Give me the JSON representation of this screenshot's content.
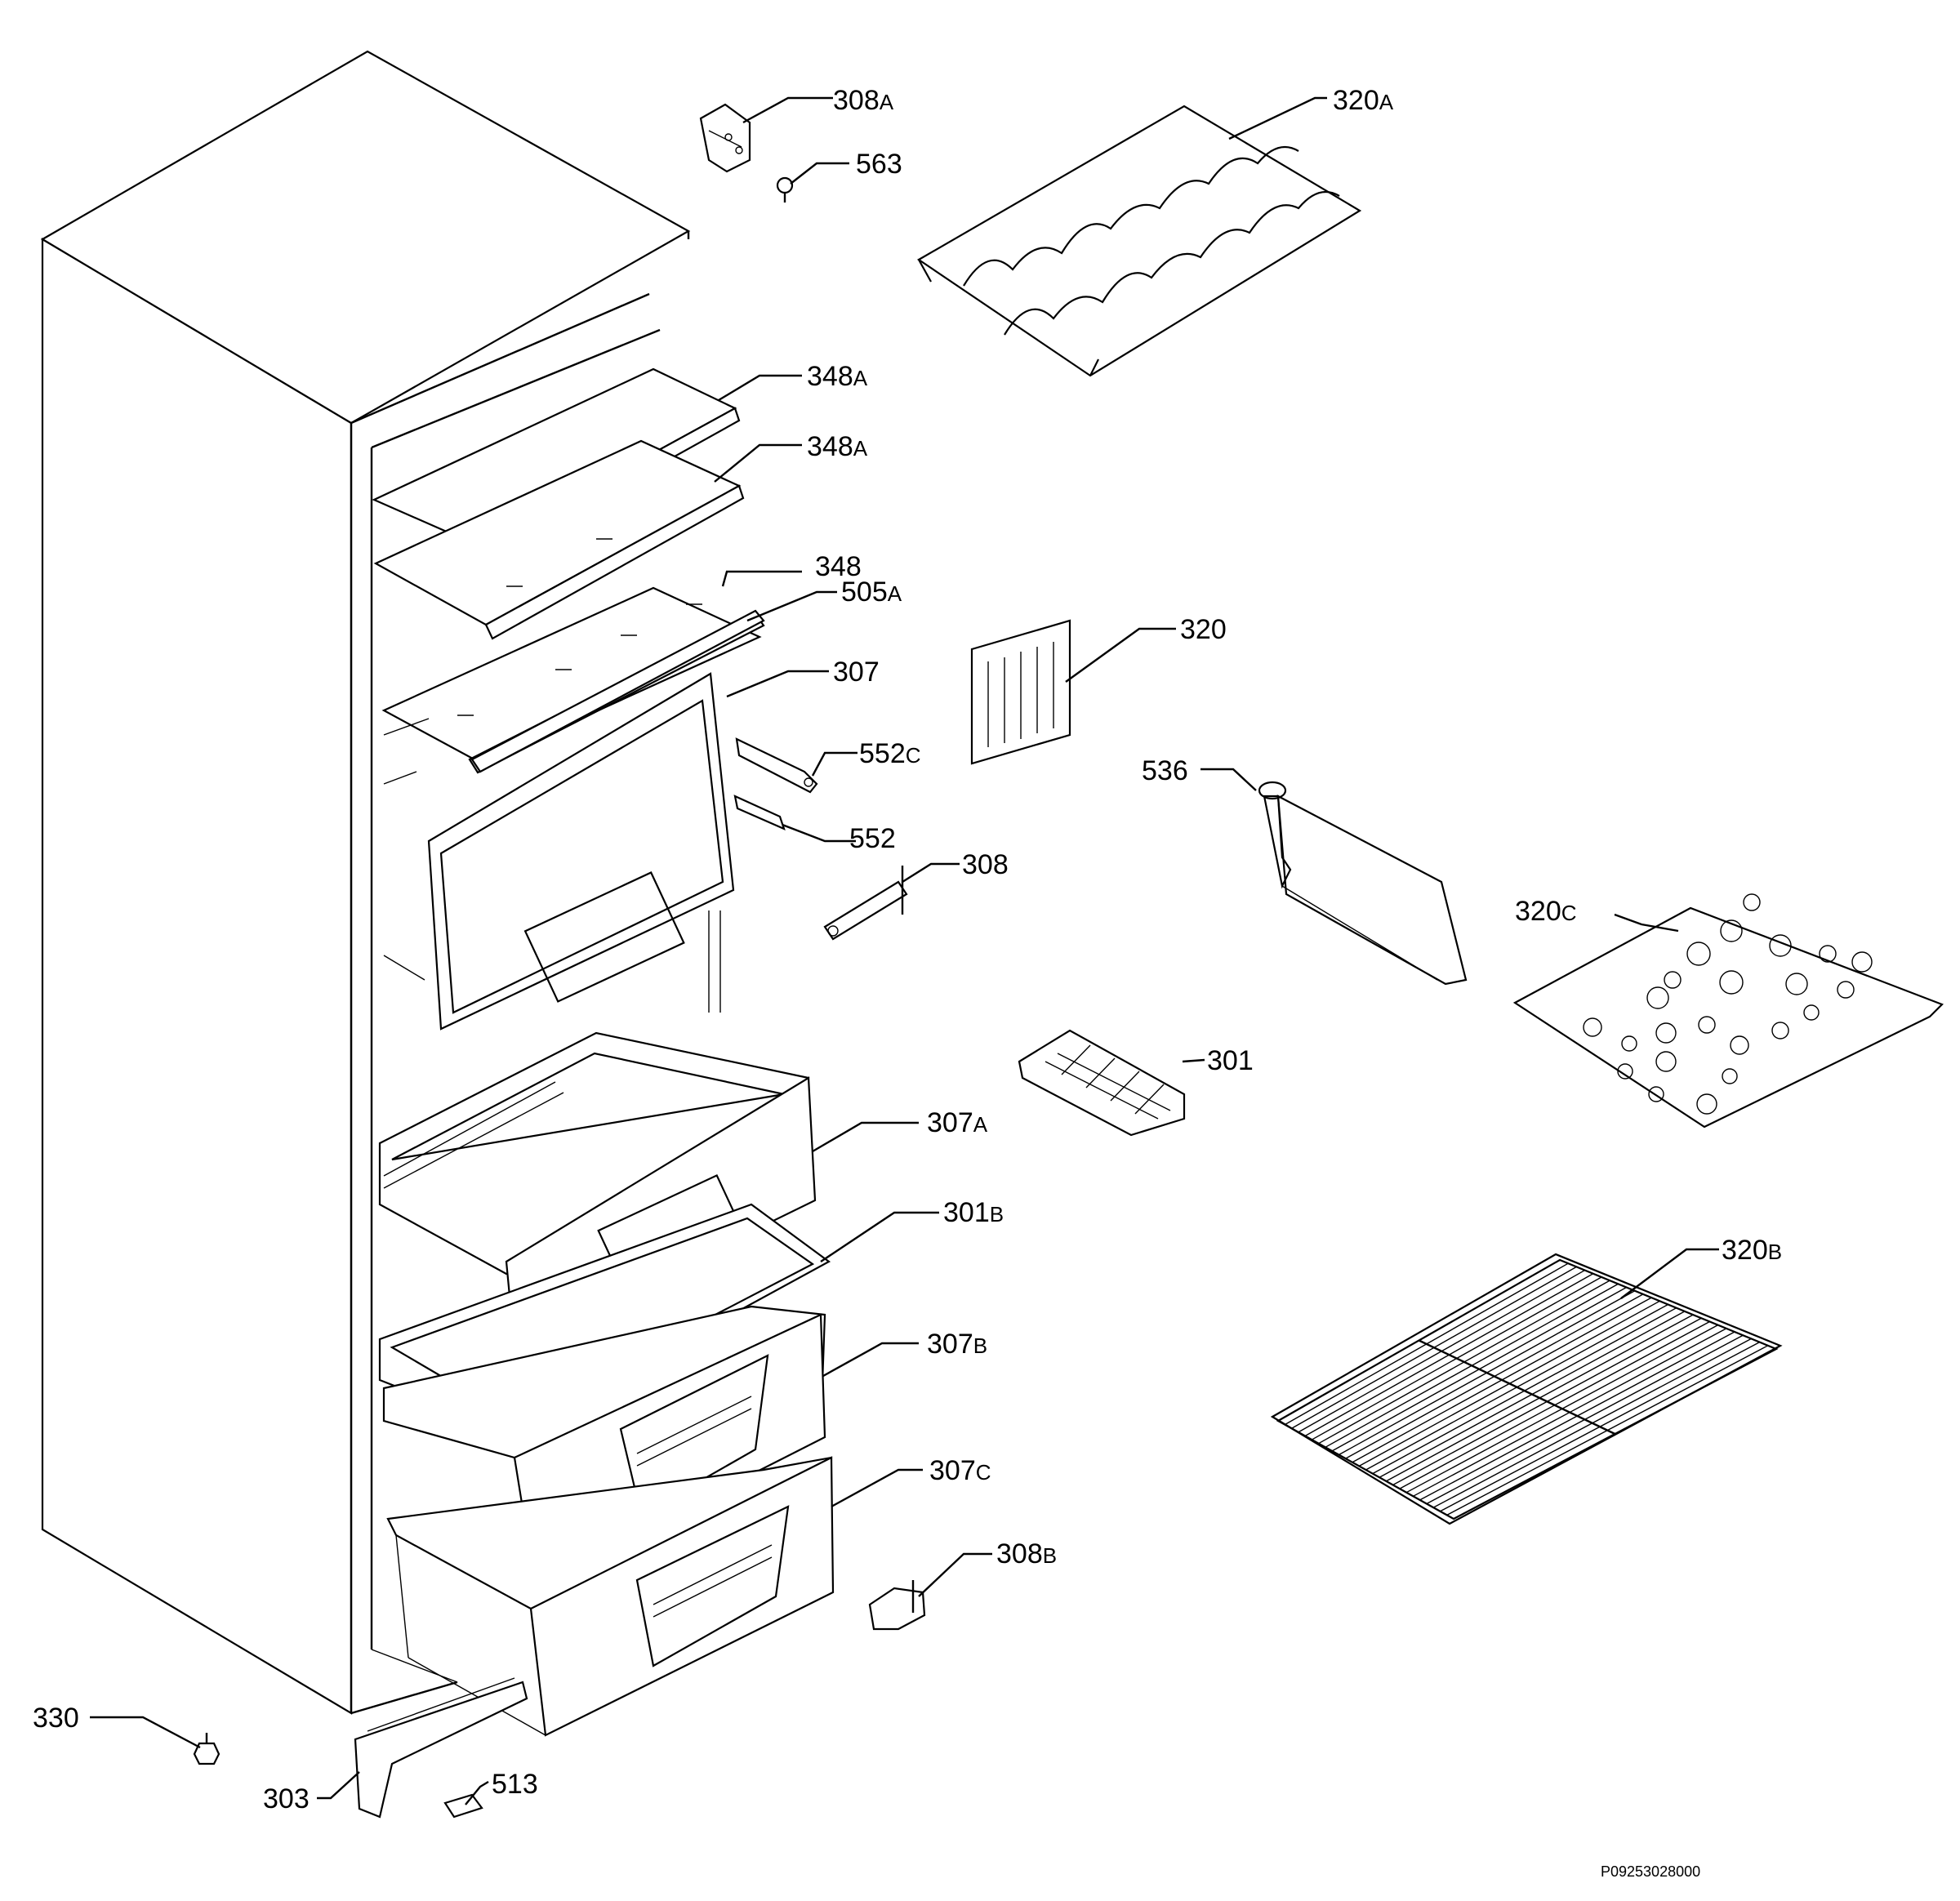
{
  "labels": {
    "l308a": {
      "num": "308",
      "sfx": "A"
    },
    "l563": {
      "num": "563",
      "sfx": ""
    },
    "l320a": {
      "num": "320",
      "sfx": "A"
    },
    "l348a_1": {
      "num": "348",
      "sfx": "A"
    },
    "l348a_2": {
      "num": "348",
      "sfx": "A"
    },
    "l348": {
      "num": "348",
      "sfx": ""
    },
    "l505a": {
      "num": "505",
      "sfx": "A"
    },
    "l307": {
      "num": "307",
      "sfx": ""
    },
    "l552c": {
      "num": "552",
      "sfx": "C"
    },
    "l552": {
      "num": "552",
      "sfx": ""
    },
    "l308": {
      "num": "308",
      "sfx": ""
    },
    "l320": {
      "num": "320",
      "sfx": ""
    },
    "l536": {
      "num": "536",
      "sfx": ""
    },
    "l320c": {
      "num": "320",
      "sfx": "C"
    },
    "l301": {
      "num": "301",
      "sfx": ""
    },
    "l307a": {
      "num": "307",
      "sfx": "A"
    },
    "l301b": {
      "num": "301",
      "sfx": "B"
    },
    "l320b": {
      "num": "320",
      "sfx": "B"
    },
    "l307b": {
      "num": "307",
      "sfx": "B"
    },
    "l307c": {
      "num": "307",
      "sfx": "C"
    },
    "l308b": {
      "num": "308",
      "sfx": "B"
    },
    "l330": {
      "num": "330",
      "sfx": ""
    },
    "l303": {
      "num": "303",
      "sfx": ""
    },
    "l513": {
      "num": "513",
      "sfx": ""
    }
  },
  "drawing_ref": "P09253028000"
}
